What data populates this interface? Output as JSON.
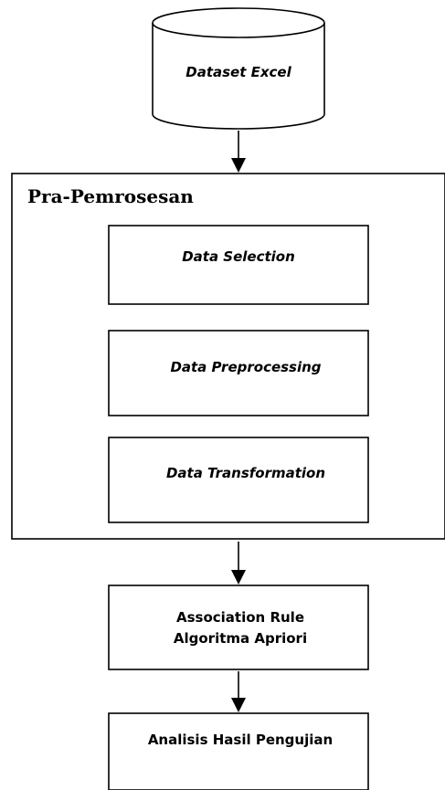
{
  "diagram": {
    "dataset": {
      "label": "Dataset Excel"
    },
    "preprocessing_group": {
      "title": "Pra-Pemrosesan",
      "steps": [
        {
          "label": "Data Selection"
        },
        {
          "label": "Data Preprocessing"
        },
        {
          "label": "Data Transformation"
        }
      ]
    },
    "association": {
      "line1": "Association Rule",
      "line2": "Algoritma Apriori"
    },
    "analysis": {
      "label": "Analisis Hasil Pengujian"
    }
  }
}
